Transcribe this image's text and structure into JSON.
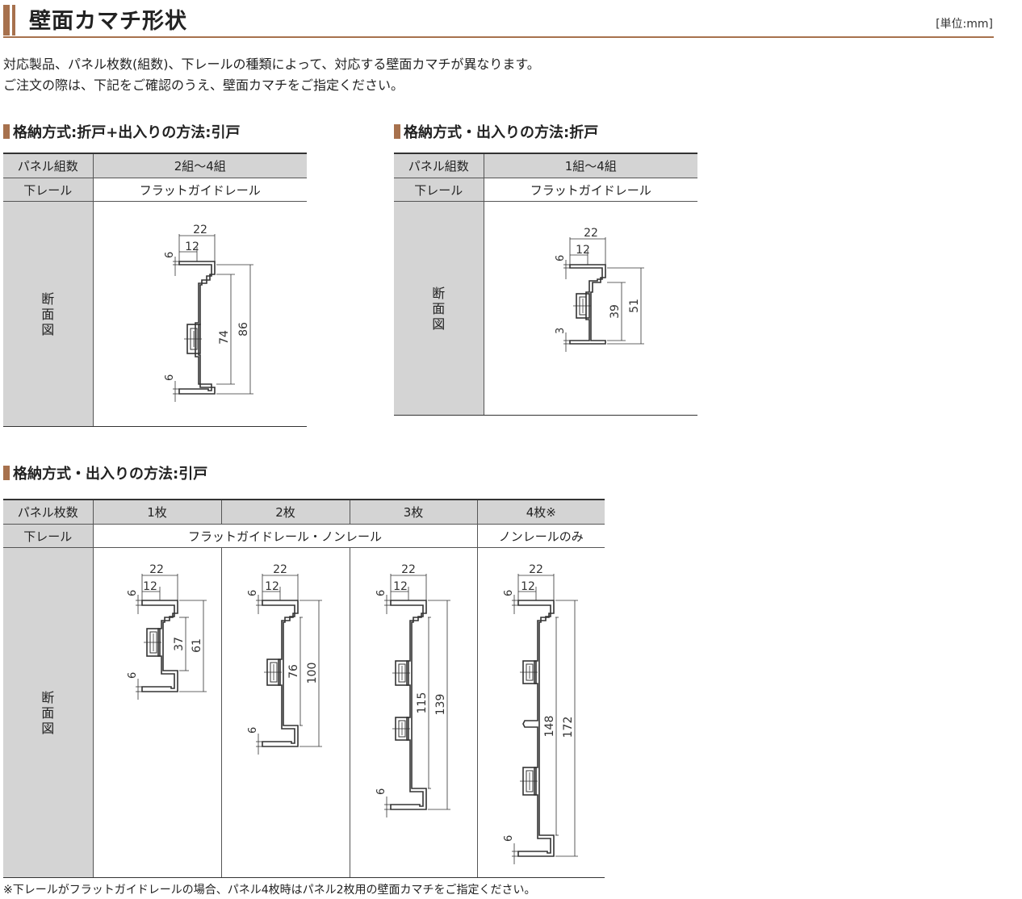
{
  "header": {
    "title": "壁面カマチ形状",
    "unit": "[単位:mm]"
  },
  "intro": [
    "対応製品、パネル枚数(組数)、下レールの種類によって、対応する壁面カマチが異なります。",
    "ご注文の際は、下記をご確認のうえ、壁面カマチをご指定ください。"
  ],
  "section1": {
    "title": "格納方式:折戸+出入りの方法:引戸",
    "row1_label": "パネル組数",
    "row1_value": "2組〜4組",
    "row2_label": "下レール",
    "row2_value": "フラットガイドレール",
    "side_label": "断面図",
    "dims": {
      "w22": "22",
      "w12": "12",
      "t_top": "6",
      "t_bot": "6",
      "inner": "74",
      "outer": "86"
    }
  },
  "section2": {
    "title": "格納方式・出入りの方法:折戸",
    "row1_label": "パネル組数",
    "row1_value": "1組〜4組",
    "row2_label": "下レール",
    "row2_value": "フラットガイドレール",
    "side_label": "断面図",
    "dims": {
      "w22": "22",
      "w12": "12",
      "t_top": "6",
      "t_bot": "3",
      "inner": "39",
      "outer": "51"
    }
  },
  "section3": {
    "title": "格納方式・出入りの方法:引戸",
    "row1_label": "パネル枚数",
    "cols": [
      "1枚",
      "2枚",
      "3枚",
      "4枚※"
    ],
    "row2_label": "下レール",
    "row2_value_a": "フラットガイドレール・ノンレール",
    "row2_value_b": "ノンレールのみ",
    "side_label": "断面図",
    "dims": [
      {
        "w22": "22",
        "w12": "12",
        "t_top": "6",
        "t_bot": "6",
        "inner": "37",
        "outer": "61"
      },
      {
        "w22": "22",
        "w12": "12",
        "t_top": "6",
        "t_bot": "6",
        "inner": "76",
        "outer": "100"
      },
      {
        "w22": "22",
        "w12": "12",
        "t_top": "6",
        "t_bot": "6",
        "inner": "115",
        "outer": "139"
      },
      {
        "w22": "22",
        "w12": "12",
        "t_top": "6",
        "t_bot": "6",
        "inner": "148",
        "outer": "172"
      }
    ]
  },
  "footnote": "※下レールがフラットガイドレールの場合、パネル4枚時はパネル2枚用の壁面カマチをご指定ください。"
}
